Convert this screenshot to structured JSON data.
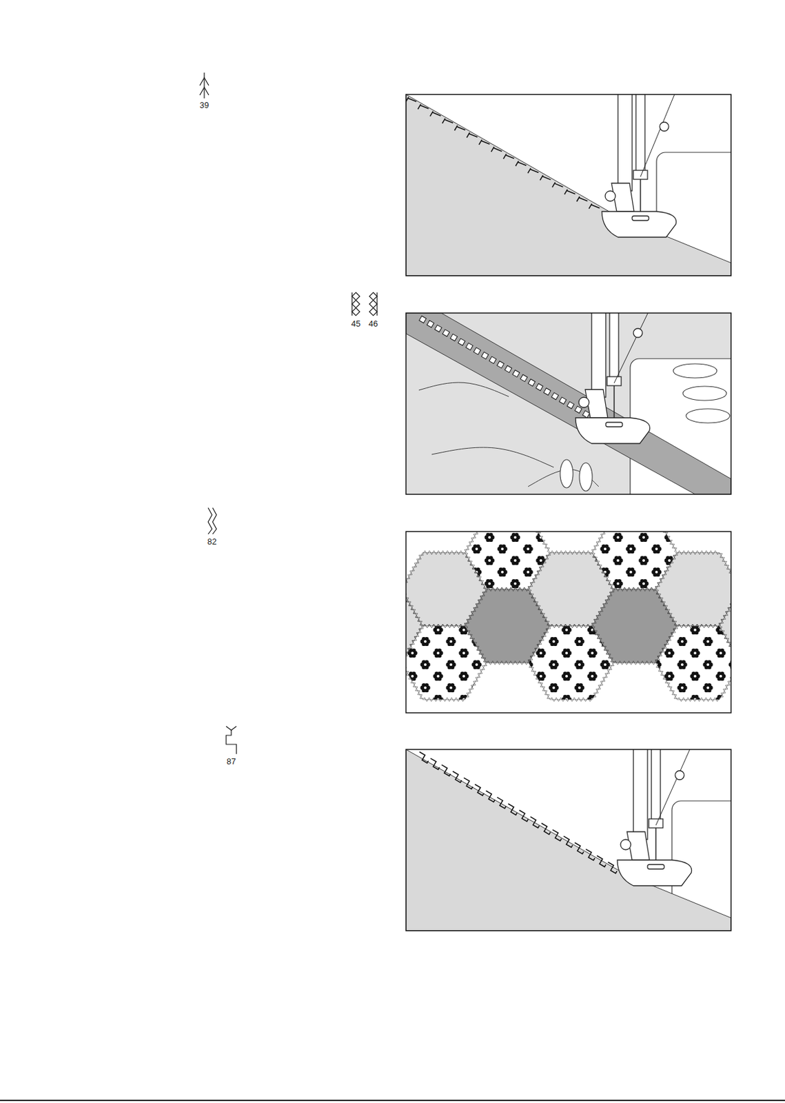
{
  "diagram": {
    "labels": [
      "39",
      "45",
      "46",
      "82",
      "87"
    ]
  }
}
